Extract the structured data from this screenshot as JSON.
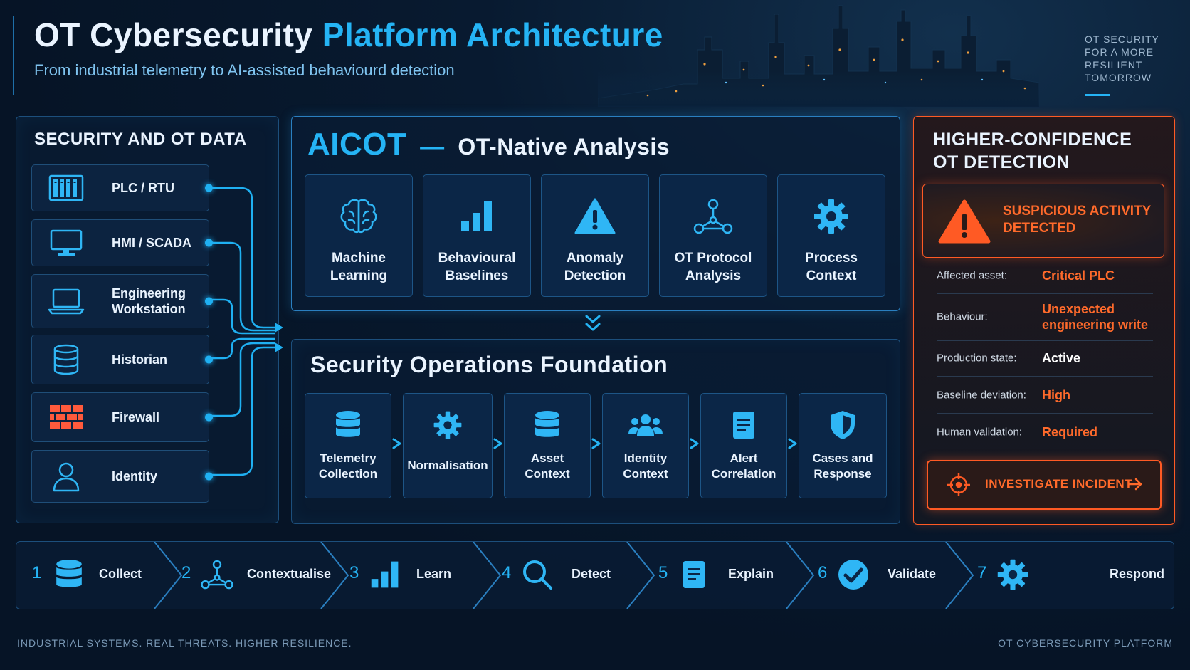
{
  "header": {
    "title_main": "OT Cybersecurity",
    "title_highlight": "Platform Architecture",
    "subtitle": "From industrial telemetry to AI-assisted behaviourd detection",
    "tagline": [
      "OT SECURITY",
      "FOR A MORE",
      "RESILIENT",
      "TOMORROW"
    ]
  },
  "sources": {
    "title": "SECURITY AND OT DATA",
    "items": [
      {
        "label": "PLC / RTU",
        "icon": "plc-rack-icon"
      },
      {
        "label": "HMI / SCADA",
        "icon": "monitor-icon"
      },
      {
        "label": "Engineering\nWorkstation",
        "icon": "laptop-icon"
      },
      {
        "label": "Historian",
        "icon": "database-icon"
      },
      {
        "label": "Firewall",
        "icon": "firewall-brick-icon"
      },
      {
        "label": "Identity",
        "icon": "user-icon"
      }
    ]
  },
  "aicot": {
    "title_brand": "AICOT",
    "title_dash": "—",
    "title_rest": "OT-Native Analysis",
    "cards": [
      {
        "label": "Machine\nLearning",
        "icon": "brain-icon"
      },
      {
        "label": "Behavioural\nBaselines",
        "icon": "bar-chart-icon"
      },
      {
        "label": "Anomaly\nDetection",
        "icon": "warning-icon"
      },
      {
        "label": "OT Protocol\nAnalysis",
        "icon": "network-nodes-icon"
      },
      {
        "label": "Process\nContext",
        "icon": "gear-icon"
      }
    ]
  },
  "sof": {
    "title": "Security Operations Foundation",
    "cards": [
      {
        "label": "Telemetry\nCollection",
        "icon": "database-icon"
      },
      {
        "label": "Normalisation",
        "icon": "gear-icon"
      },
      {
        "label": "Asset\nContext",
        "icon": "database-icon"
      },
      {
        "label": "Identity\nContext",
        "icon": "users-icon"
      },
      {
        "label": "Alert\nCorrelation",
        "icon": "document-icon"
      },
      {
        "label": "Cases and\nResponse",
        "icon": "shield-icon"
      }
    ]
  },
  "detection": {
    "title": "HIGHER-CONFIDENCE\nOT DETECTION",
    "alert": "SUSPICIOUS ACTIVITY\nDETECTED",
    "fields": [
      {
        "key": "Affected asset:",
        "value": "Critical PLC",
        "color": "#ff6a2b"
      },
      {
        "key": "Behaviour:",
        "value": "Unexpected\nengineering write",
        "color": "#ff6a2b"
      },
      {
        "key": "Production state:",
        "value": "Active",
        "color": "#ffffff"
      },
      {
        "key": "Baseline deviation:",
        "value": "High",
        "color": "#ff6a2b"
      },
      {
        "key": "Human validation:",
        "value": "Required",
        "color": "#ff6a2b"
      }
    ],
    "button_label": "INVESTIGATE INCIDENT"
  },
  "steps": [
    {
      "num": "1",
      "label": "Collect",
      "icon": "database-icon"
    },
    {
      "num": "2",
      "label": "Contextualise",
      "icon": "network-nodes-icon"
    },
    {
      "num": "3",
      "label": "Learn",
      "icon": "bar-chart-icon"
    },
    {
      "num": "4",
      "label": "Detect",
      "icon": "search-icon"
    },
    {
      "num": "5",
      "label": "Explain",
      "icon": "document-icon"
    },
    {
      "num": "6",
      "label": "Validate",
      "icon": "check-circle-icon"
    },
    {
      "num": "7",
      "label": "Respond",
      "icon": "gear-icon"
    }
  ],
  "footer": {
    "left": "INDUSTRIAL SYSTEMS. REAL THREATS. HIGHER RESILIENCE.",
    "right": "OT CYBERSECURITY PLATFORM"
  },
  "colors": {
    "accent": "#25b4f5",
    "alert": "#ff5a24",
    "background": "#061426"
  }
}
